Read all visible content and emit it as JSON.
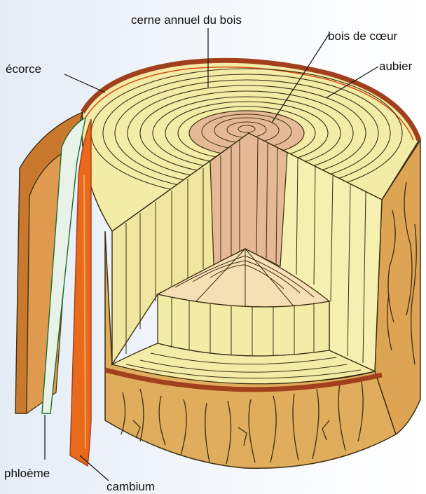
{
  "labels": {
    "ring": "cerne annuel du bois",
    "heartwood": "bois de cœur",
    "sapwood": "aubier",
    "bark": "écorce",
    "phloem": "phloème",
    "cambium": "cambium"
  },
  "colors": {
    "background": "#eef2f8",
    "sapwood": "#f3eca6",
    "heartwood": "#e6b996",
    "bark": "#e0ad5c",
    "bark_outline": "#a0401c",
    "cambium": "#ea6a1c",
    "phloem": "#dfeee0",
    "ring_line": "#3b2d12"
  }
}
